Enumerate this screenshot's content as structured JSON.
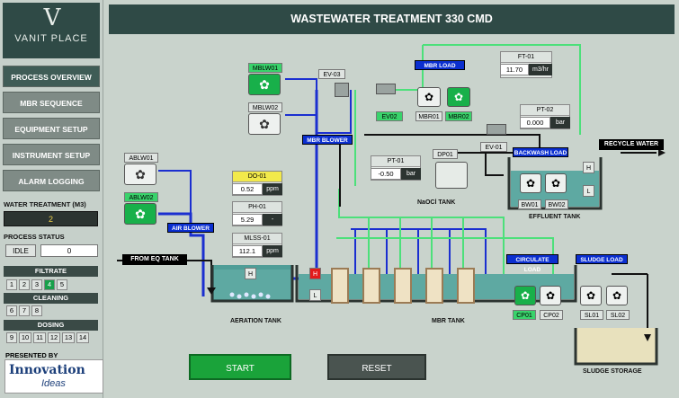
{
  "title": "WASTEWATER TREATMENT 330 CMD",
  "brand": {
    "name": "VANIT PLACE"
  },
  "nav": [
    {
      "label": "PROCESS OVERVIEW",
      "active": true
    },
    {
      "label": "MBR SEQUENCE",
      "active": false
    },
    {
      "label": "EQUIPMENT SETUP",
      "active": false
    },
    {
      "label": "INSTRUMENT SETUP",
      "active": false
    },
    {
      "label": "ALARM LOGGING",
      "active": false
    }
  ],
  "treatment": {
    "label": "WATER TREATMENT (M3)",
    "value": "2"
  },
  "process_status": {
    "label": "PROCESS STATUS",
    "state": "IDLE",
    "value": "0"
  },
  "filtrate": {
    "label": "FILTRATE",
    "steps": [
      "1",
      "2",
      "3",
      "4",
      "5"
    ],
    "active": "4"
  },
  "cleaning": {
    "label": "CLEANING",
    "steps": [
      "6",
      "7",
      "8"
    ]
  },
  "dosing": {
    "label": "DOSING",
    "steps": [
      "9",
      "10",
      "11",
      "12",
      "13",
      "14"
    ]
  },
  "presented_by": "PRESENTED BY",
  "sponsor": {
    "line1": "Innovation",
    "line2": "Ideas"
  },
  "equipment": {
    "mblw01": "MBLW01",
    "mblw02": "MBLW02",
    "ablw01": "ABLW01",
    "ablw02": "ABLW02",
    "ev03": "EV-03",
    "ev02": "EV02",
    "ev01": "EV-01",
    "mbr01": "MBR01",
    "mbr02": "MBR02",
    "dp01": "DP01",
    "bw01": "BW01",
    "bw02": "BW02",
    "cp01": "CP01",
    "cp02": "CP02",
    "sl01": "SL01",
    "sl02": "SL02"
  },
  "labels": {
    "mbr_load": "MBR LOAD",
    "mbr_blower": "MBR BLOWER",
    "air_blower": "AIR BLOWER",
    "backwash_load": "BACKWASH LOAD",
    "circulate_load": "CIRCULATE LOAD",
    "sludge_load": "SLUDGE LOAD",
    "recycle_water": "RECYCLE WATER",
    "from_eq_tank": "FROM EQ TANK",
    "aeration_tank": "AERATION TANK",
    "mbr_tank": "MBR TANK",
    "effluent_tank": "EFFLUENT TANK",
    "naocl_tank": "NaOCl TANK",
    "sludge_storage": "SLUDGE STORAGE"
  },
  "instruments": {
    "ft01": {
      "name": "FT-01",
      "value": "11.70",
      "unit": "m3/hr"
    },
    "pt02": {
      "name": "PT-02",
      "value": "0.000",
      "unit": "bar"
    },
    "pt01": {
      "name": "PT-01",
      "value": "-0.50",
      "unit": "bar"
    },
    "do01": {
      "name": "DO-01",
      "value": "0.52",
      "unit": "ppm"
    },
    "ph01": {
      "name": "PH-01",
      "value": "5.29",
      "unit": "-"
    },
    "mlss01": {
      "name": "MLSS-01",
      "value": "112.1",
      "unit": "ppm"
    }
  },
  "levels": {
    "h": "H",
    "l": "L"
  },
  "buttons": {
    "start": "START",
    "reset": "RESET"
  },
  "colors": {
    "dark": "#2f4a46",
    "green": "#18b04a",
    "blue": "#0b2fd0",
    "pipe_green": "#4ce07a",
    "pipe_blue": "#1b2fd0"
  }
}
